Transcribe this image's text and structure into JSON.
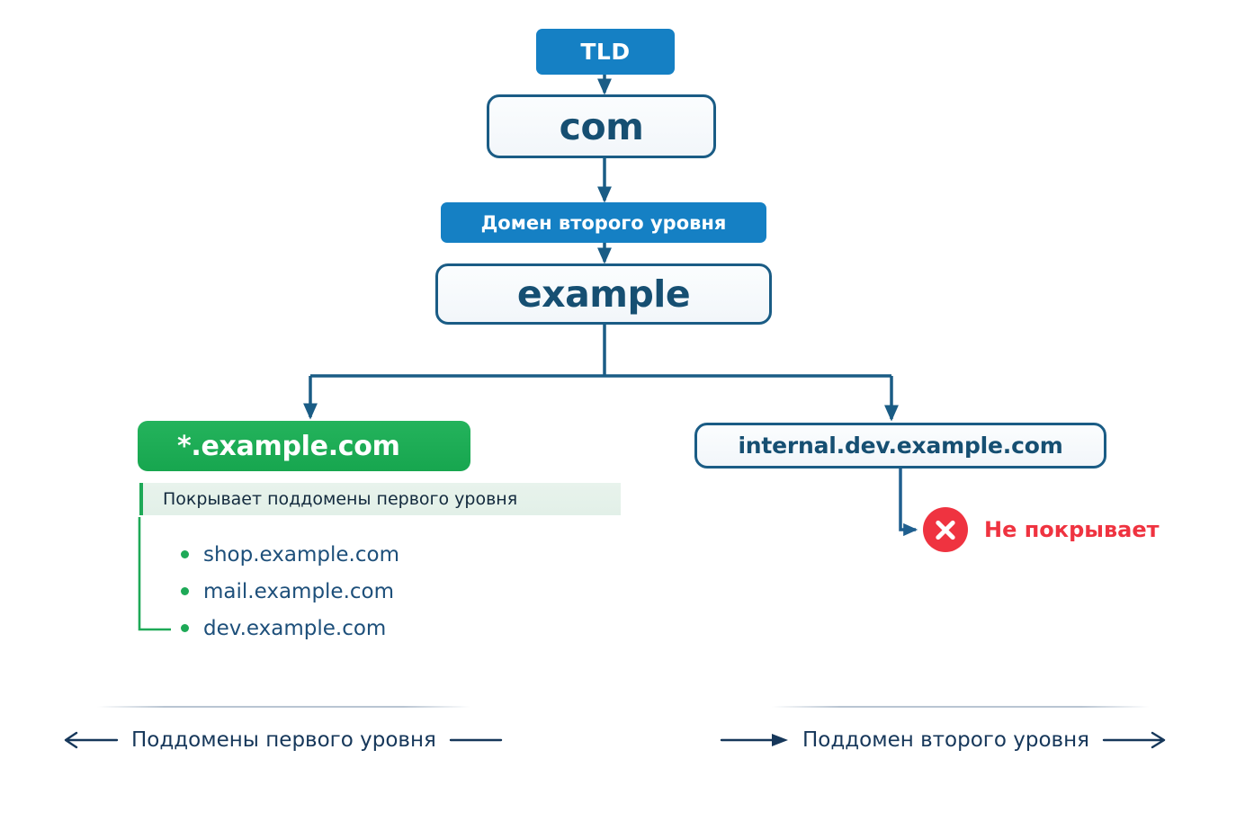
{
  "diagram": {
    "title_nodes": {
      "tld_tag": "TLD",
      "tld_value": "com",
      "sld_tag": "Домен второго уровня",
      "sld_value": "example"
    },
    "wildcard": {
      "label": "*.example.com",
      "caption": "Покрывает поддомены первого уровня",
      "items": [
        "shop.example.com",
        "mail.example.com",
        "dev.example.com"
      ]
    },
    "deep": {
      "label": "internal.dev.example.com",
      "status_icon": "x-circle-icon",
      "status_label": "Не покрывает"
    },
    "legend": {
      "left": "Поддомены первого уровня",
      "right": "Поддомен второго уровня"
    },
    "colors": {
      "blue_tag": "#1580c4",
      "blue_border": "#1a5c85",
      "blue_text": "#164f72",
      "green": "#1ea957",
      "green_soft": "#e8f3ec",
      "red": "#ef3340",
      "link_text": "#1d4f7a",
      "rule": "#b9c5d2"
    }
  }
}
